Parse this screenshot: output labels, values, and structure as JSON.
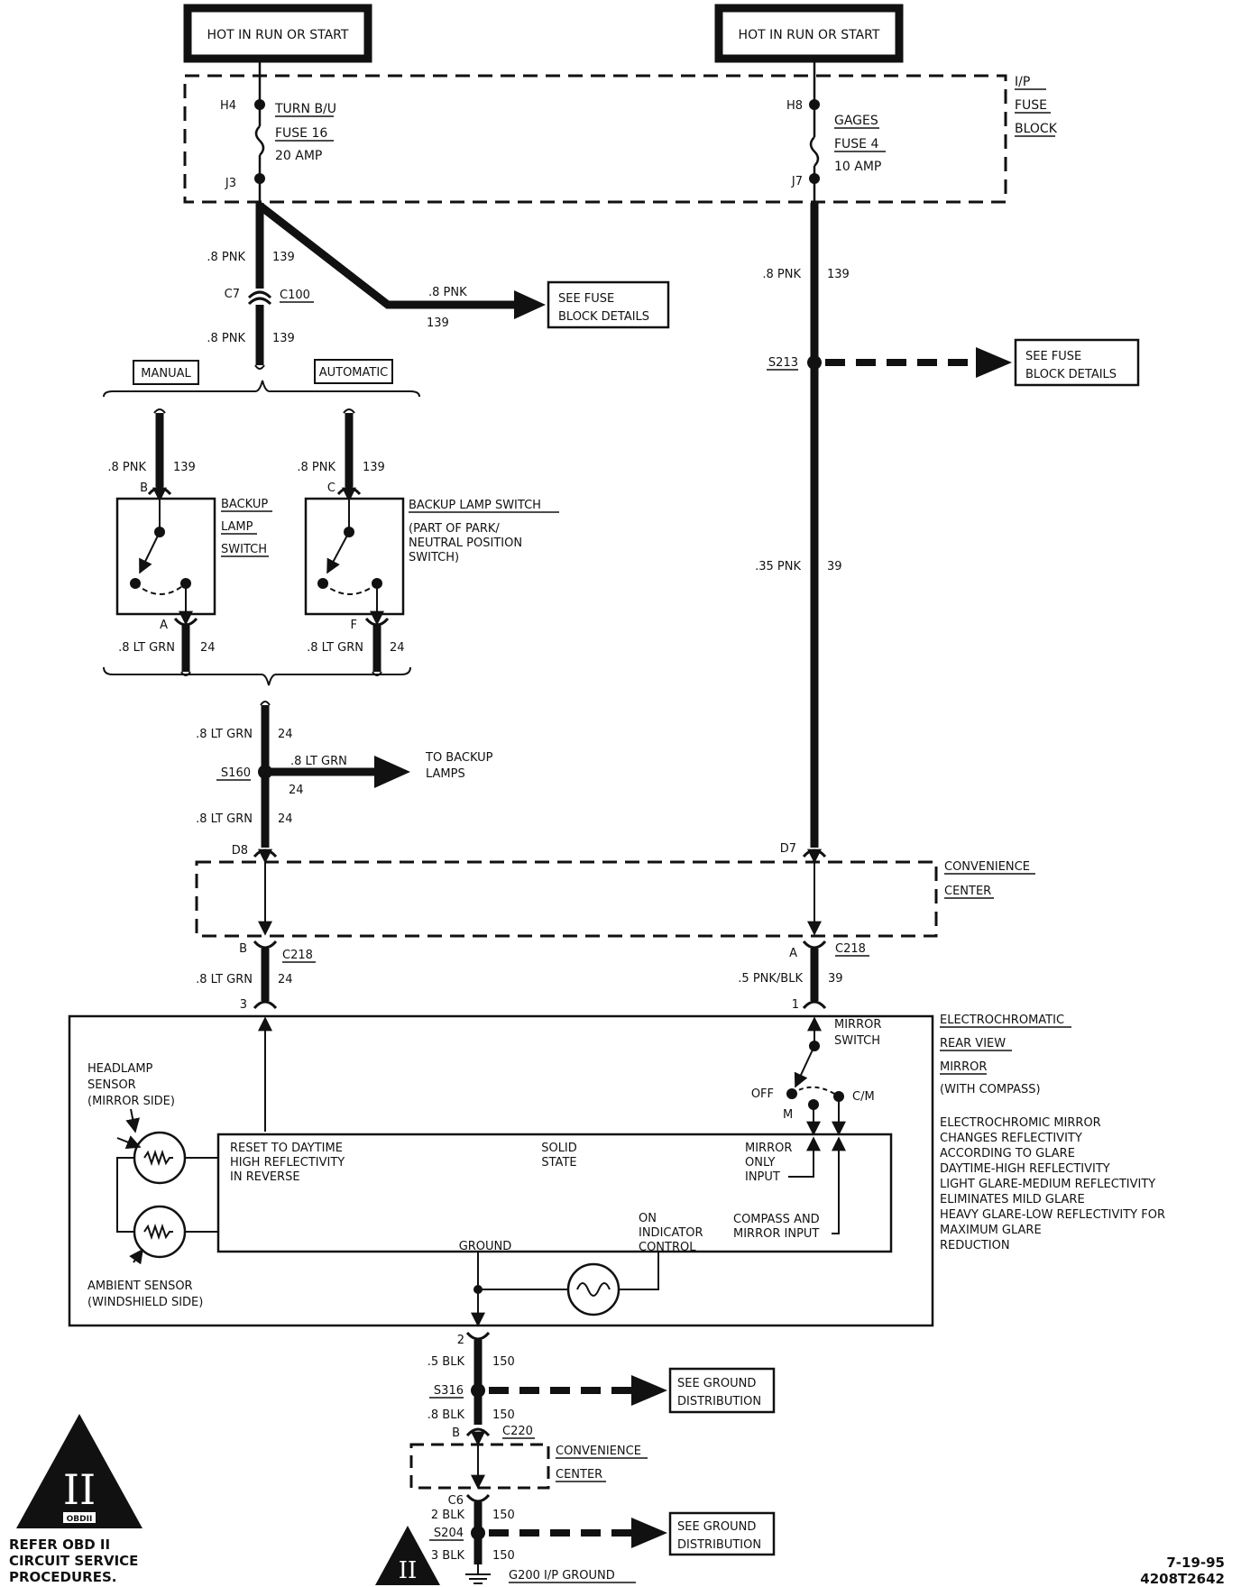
{
  "power": {
    "left_source": "HOT IN RUN OR START",
    "right_source": "HOT IN RUN OR START"
  },
  "fuse_block": {
    "label_1": "I/P",
    "label_2": "FUSE",
    "label_3": "BLOCK",
    "left": {
      "pin_top": "H4",
      "pin_bottom": "J3",
      "name_1": "TURN B/U",
      "name_2": "FUSE 16",
      "rating": "20 AMP"
    },
    "right": {
      "pin_top": "H8",
      "pin_bottom": "J7",
      "name_1": "GAGES",
      "name_2": "FUSE 4",
      "rating": "10 AMP"
    }
  },
  "left_circuit": {
    "wire_top": {
      "gauge": ".8 PNK",
      "circuit": "139"
    },
    "c100": {
      "pin": "C7",
      "name": "C100"
    },
    "wire_below_c100": {
      "gauge": ".8 PNK",
      "circuit": "139"
    },
    "branch_wire": {
      "gauge": ".8 PNK",
      "circuit": "139"
    },
    "branch_ref_1": "SEE FUSE",
    "branch_ref_2": "BLOCK DETAILS",
    "manual_label": "MANUAL",
    "automatic_label": "AUTOMATIC"
  },
  "manual_switch": {
    "wire_in": {
      "gauge": ".8 PNK",
      "circuit": "139"
    },
    "pin_in": "B",
    "pin_out": "A",
    "name_1": "BACKUP",
    "name_2": "LAMP",
    "name_3": "SWITCH",
    "wire_out": {
      "gauge": ".8 LT GRN",
      "circuit": "24"
    }
  },
  "auto_switch": {
    "wire_in": {
      "gauge": ".8 PNK",
      "circuit": "139"
    },
    "pin_in": "C",
    "pin_out": "F",
    "name_1": "BACKUP LAMP SWITCH",
    "name_2": "(PART OF PARK/",
    "name_3": "NEUTRAL POSITION",
    "name_4": "SWITCH)",
    "wire_out": {
      "gauge": ".8 LT GRN",
      "circuit": "24"
    }
  },
  "s160": {
    "wire_above": {
      "gauge": ".8 LT GRN",
      "circuit": "24"
    },
    "splice": "S160",
    "branch_wire": {
      "gauge": ".8 LT GRN",
      "circuit": "24"
    },
    "branch_ref_1": "TO BACKUP",
    "branch_ref_2": "LAMPS",
    "wire_below": {
      "gauge": ".8 LT GRN",
      "circuit": "24"
    }
  },
  "right_circuit": {
    "wire_top": {
      "gauge": ".8 PNK",
      "circuit": "139"
    },
    "splice": "S213",
    "splice_ref_1": "SEE FUSE",
    "splice_ref_2": "BLOCK DETAILS",
    "wire_mid": {
      "gauge": ".35 PNK",
      "circuit": "39"
    }
  },
  "convenience_center_top": {
    "label_1": "CONVENIENCE",
    "label_2": "CENTER",
    "pin_left_in": "D8",
    "pin_right_in": "D7",
    "pin_left_out": "B",
    "pin_right_out": "A",
    "connector_left": "C218",
    "connector_right": "C218"
  },
  "mirror_feed": {
    "left_wire": {
      "gauge": ".8 LT GRN",
      "circuit": "24"
    },
    "left_pin": "3",
    "right_wire": {
      "gauge": ".5 PNK/BLK",
      "circuit": "39"
    },
    "right_pin": "1"
  },
  "mirror": {
    "title_1": "ELECTROCHROMATIC",
    "title_2": "REAR VIEW",
    "title_3": "MIRROR",
    "title_4": "(WITH COMPASS)",
    "desc": [
      "ELECTROCHROMIC MIRROR",
      "CHANGES REFLECTIVITY",
      "ACCORDING TO GLARE",
      "DAYTIME-HIGH REFLECTIVITY",
      "LIGHT GLARE-MEDIUM REFLECTIVITY",
      "ELIMINATES MILD GLARE",
      "HEAVY GLARE-LOW REFLECTIVITY FOR",
      "MAXIMUM GLARE",
      "REDUCTION"
    ],
    "switch_1": "MIRROR",
    "switch_2": "SWITCH",
    "pos_off": "OFF",
    "pos_m": "M",
    "pos_cm": "C/M",
    "headlamp_1": "HEADLAMP",
    "headlamp_2": "SENSOR",
    "headlamp_3": "(MIRROR SIDE)",
    "ambient_1": "AMBIENT SENSOR",
    "ambient_2": "(WINDSHIELD SIDE)",
    "reset_1": "RESET TO DAYTIME",
    "reset_2": "HIGH REFLECTIVITY",
    "reset_3": "IN REVERSE",
    "solid_1": "SOLID",
    "solid_2": "STATE",
    "mirror_only_1": "MIRROR",
    "mirror_only_2": "ONLY",
    "mirror_only_3": "INPUT",
    "compass_1": "COMPASS AND",
    "compass_2": "MIRROR INPUT",
    "indicator_1": "ON",
    "indicator_2": "INDICATOR",
    "indicator_3": "CONTROL",
    "ground": "GROUND",
    "ground_pin": "2"
  },
  "ground_circuit": {
    "wire_1": {
      "gauge": ".5 BLK",
      "circuit": "150"
    },
    "splice_1": "S316",
    "ref_1a": "SEE GROUND",
    "ref_1b": "DISTRIBUTION",
    "wire_2": {
      "gauge": ".8 BLK",
      "circuit": "150"
    },
    "c220_pin": "B",
    "c220": "C220",
    "center_1": "CONVENIENCE",
    "center_2": "CENTER",
    "c6": "C6",
    "wire_3": {
      "gauge": "2 BLK",
      "circuit": "150"
    },
    "splice_2": "S204",
    "ref_2a": "SEE GROUND",
    "ref_2b": "DISTRIBUTION",
    "wire_4": {
      "gauge": "3 BLK",
      "circuit": "150"
    },
    "ground_name": "G200 I/P GROUND"
  },
  "obd": {
    "badge": "II",
    "badge_tag": "OBDII",
    "refer_1": "REFER OBD II",
    "refer_2": "CIRCUIT SERVICE",
    "refer_3": "PROCEDURES.",
    "small_badge": "II"
  },
  "footer": {
    "date": "7-19-95",
    "code": "4208T2642"
  }
}
